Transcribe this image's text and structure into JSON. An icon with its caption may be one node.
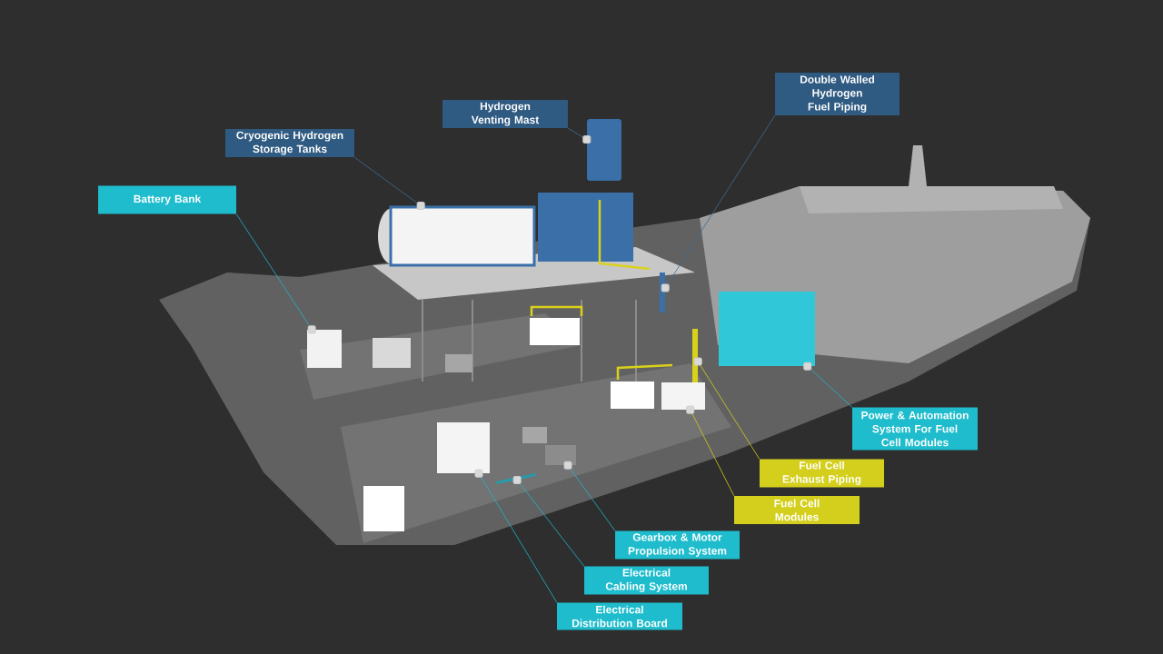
{
  "diagram": {
    "nodes": [
      {
        "text": [
          "Battery Bank"
        ]
      },
      {
        "text": [
          "Cryogenic Hydrogen Storage Tanks"
        ]
      },
      {
        "text": [
          "Hydrogen Venting Mast"
        ]
      },
      {
        "text": [
          "Double Walled Hydrogen Fuel Piping"
        ]
      },
      {
        "text": [
          "Power & Automation System For Fuel Cell Modules"
        ]
      },
      {
        "text": [
          "Fuel Cell Exhaust Piping"
        ]
      },
      {
        "text": [
          "Fuel Cell Modules"
        ]
      },
      {
        "text": [
          "Gearbox & Motor Propulsion System"
        ]
      },
      {
        "text": [
          "Electrical Cabling System"
        ]
      },
      {
        "text": [
          "Electrical Distribution Board"
        ]
      },
      {
        "text": [],
        "shape": "box"
      },
      {
        "text": [],
        "shape": "cylinder"
      },
      {
        "text": [],
        "shape": "mast"
      },
      {
        "text": [],
        "shape": "pipe"
      },
      {
        "text": [],
        "shape": "box"
      },
      {
        "text": [],
        "shape": "pipe"
      },
      {
        "text": [],
        "shape": "box"
      },
      {
        "text": [],
        "shape": "box"
      },
      {
        "text": [],
        "shape": "cable"
      },
      {
        "text": [],
        "shape": "box"
      }
    ],
    "edges": [
      {
        "from": 0,
        "to": 10,
        "arrow": "other"
      },
      {
        "from": 1,
        "to": 11,
        "arrow": "other",
        "color": "#3f6e96"
      },
      {
        "from": 2,
        "to": 12,
        "arrow": "other",
        "color": "#3f6e96"
      },
      {
        "from": 3,
        "to": 13,
        "arrow": "other",
        "color": "#3f6e96"
      },
      {
        "from": 4,
        "to": 14,
        "arrow": "other"
      },
      {
        "from": 5,
        "to": 15,
        "arrow": "other",
        "color": "#d4cf1c"
      },
      {
        "from": 6,
        "to": 16,
        "arrow": "other",
        "color": "#d4cf1c"
      },
      {
        "from": 7,
        "to": 17,
        "arrow": "other"
      },
      {
        "from": 8,
        "to": 18,
        "arrow": "other"
      },
      {
        "from": 9,
        "to": 19,
        "arrow": "other"
      }
    ]
  }
}
